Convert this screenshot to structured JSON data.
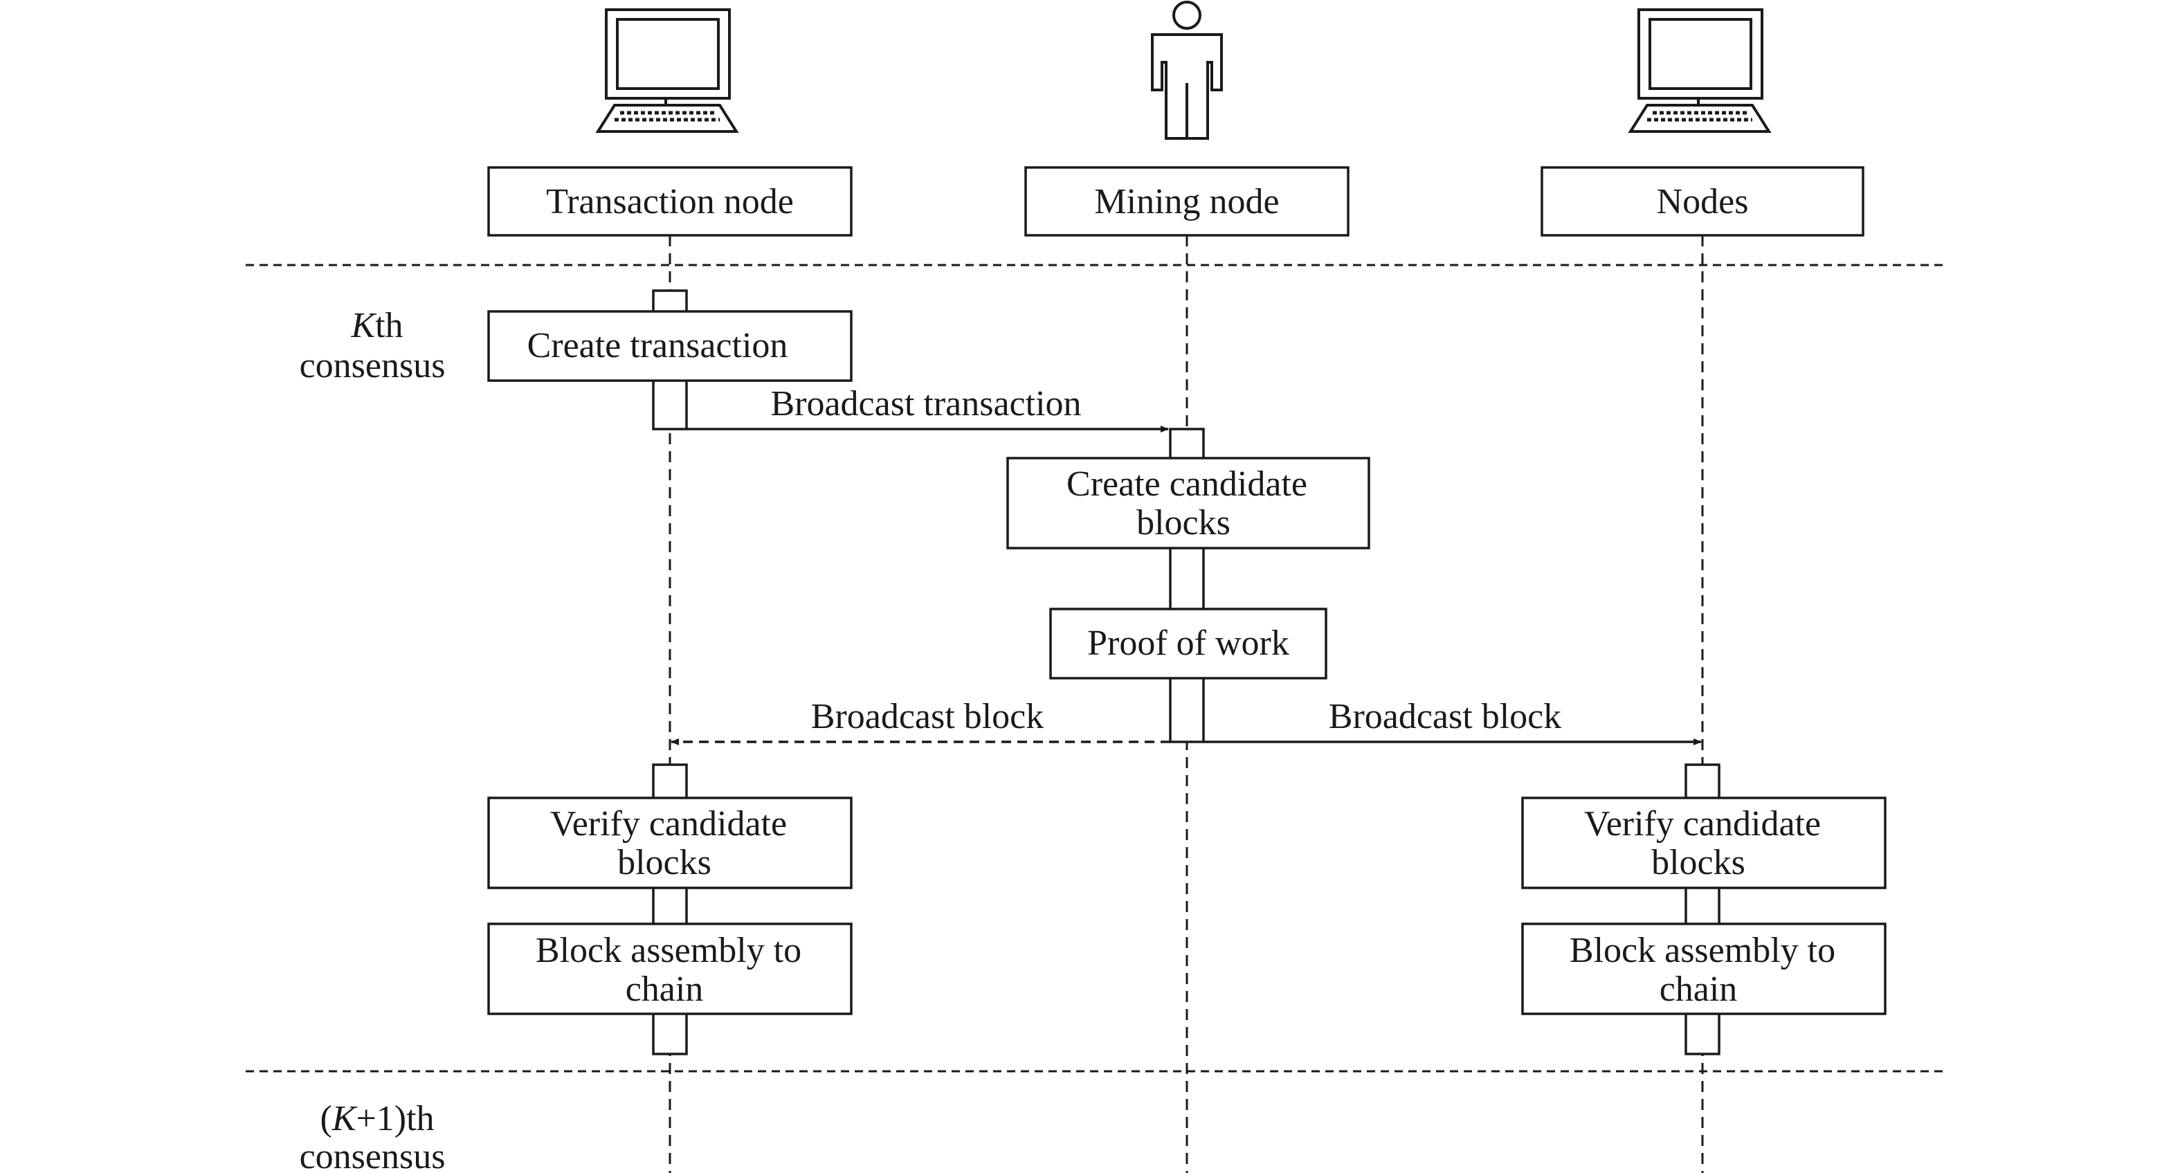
{
  "participants": [
    {
      "id": "transaction",
      "label": "Transaction node",
      "icon": "computer-icon"
    },
    {
      "id": "mining",
      "label": "Mining node",
      "icon": "person-icon"
    },
    {
      "id": "nodes",
      "label": "Nodes",
      "icon": "computer-icon"
    }
  ],
  "phases": [
    {
      "italic": "K",
      "suffix": "th",
      "line2": "consensus"
    },
    {
      "prefix": "(",
      "italic": "K",
      "suffix": "+1)th",
      "line2": "consensus"
    }
  ],
  "steps": {
    "create_transaction": "Create transaction",
    "create_candidate": [
      "Create candidate",
      "blocks"
    ],
    "proof_of_work": "Proof of work",
    "verify_left": [
      "Verify candidate",
      "blocks"
    ],
    "assembly_left": [
      "Block assembly to",
      "chain"
    ],
    "verify_right": [
      "Verify candidate",
      "blocks"
    ],
    "assembly_right": [
      "Block assembly to",
      "chain"
    ]
  },
  "messages": {
    "broadcast_transaction": "Broadcast transaction",
    "broadcast_block_left": "Broadcast block",
    "broadcast_block_right": "Broadcast block"
  }
}
